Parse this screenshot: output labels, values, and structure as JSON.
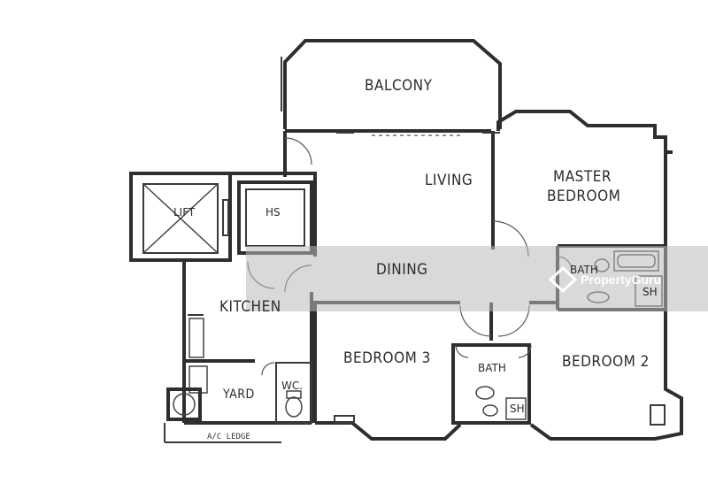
{
  "rooms": {
    "balcony": "BALCONY",
    "living": "LIVING",
    "master_bedroom_line1": "MASTER",
    "master_bedroom_line2": "BEDROOM",
    "lift": "LIFT",
    "hs": "HS",
    "dining": "DINING",
    "kitchen": "KITCHEN",
    "bedroom3": "BEDROOM 3",
    "bedroom2": "BEDROOM 2",
    "bath_main": "BATH",
    "bath_common": "BATH",
    "sh_main": "SH",
    "sh_common": "SH",
    "yard": "YARD",
    "wc": "WC.",
    "ac_ledge": "A/C LEDGE"
  },
  "watermark": {
    "text": "PropertyGuru"
  }
}
